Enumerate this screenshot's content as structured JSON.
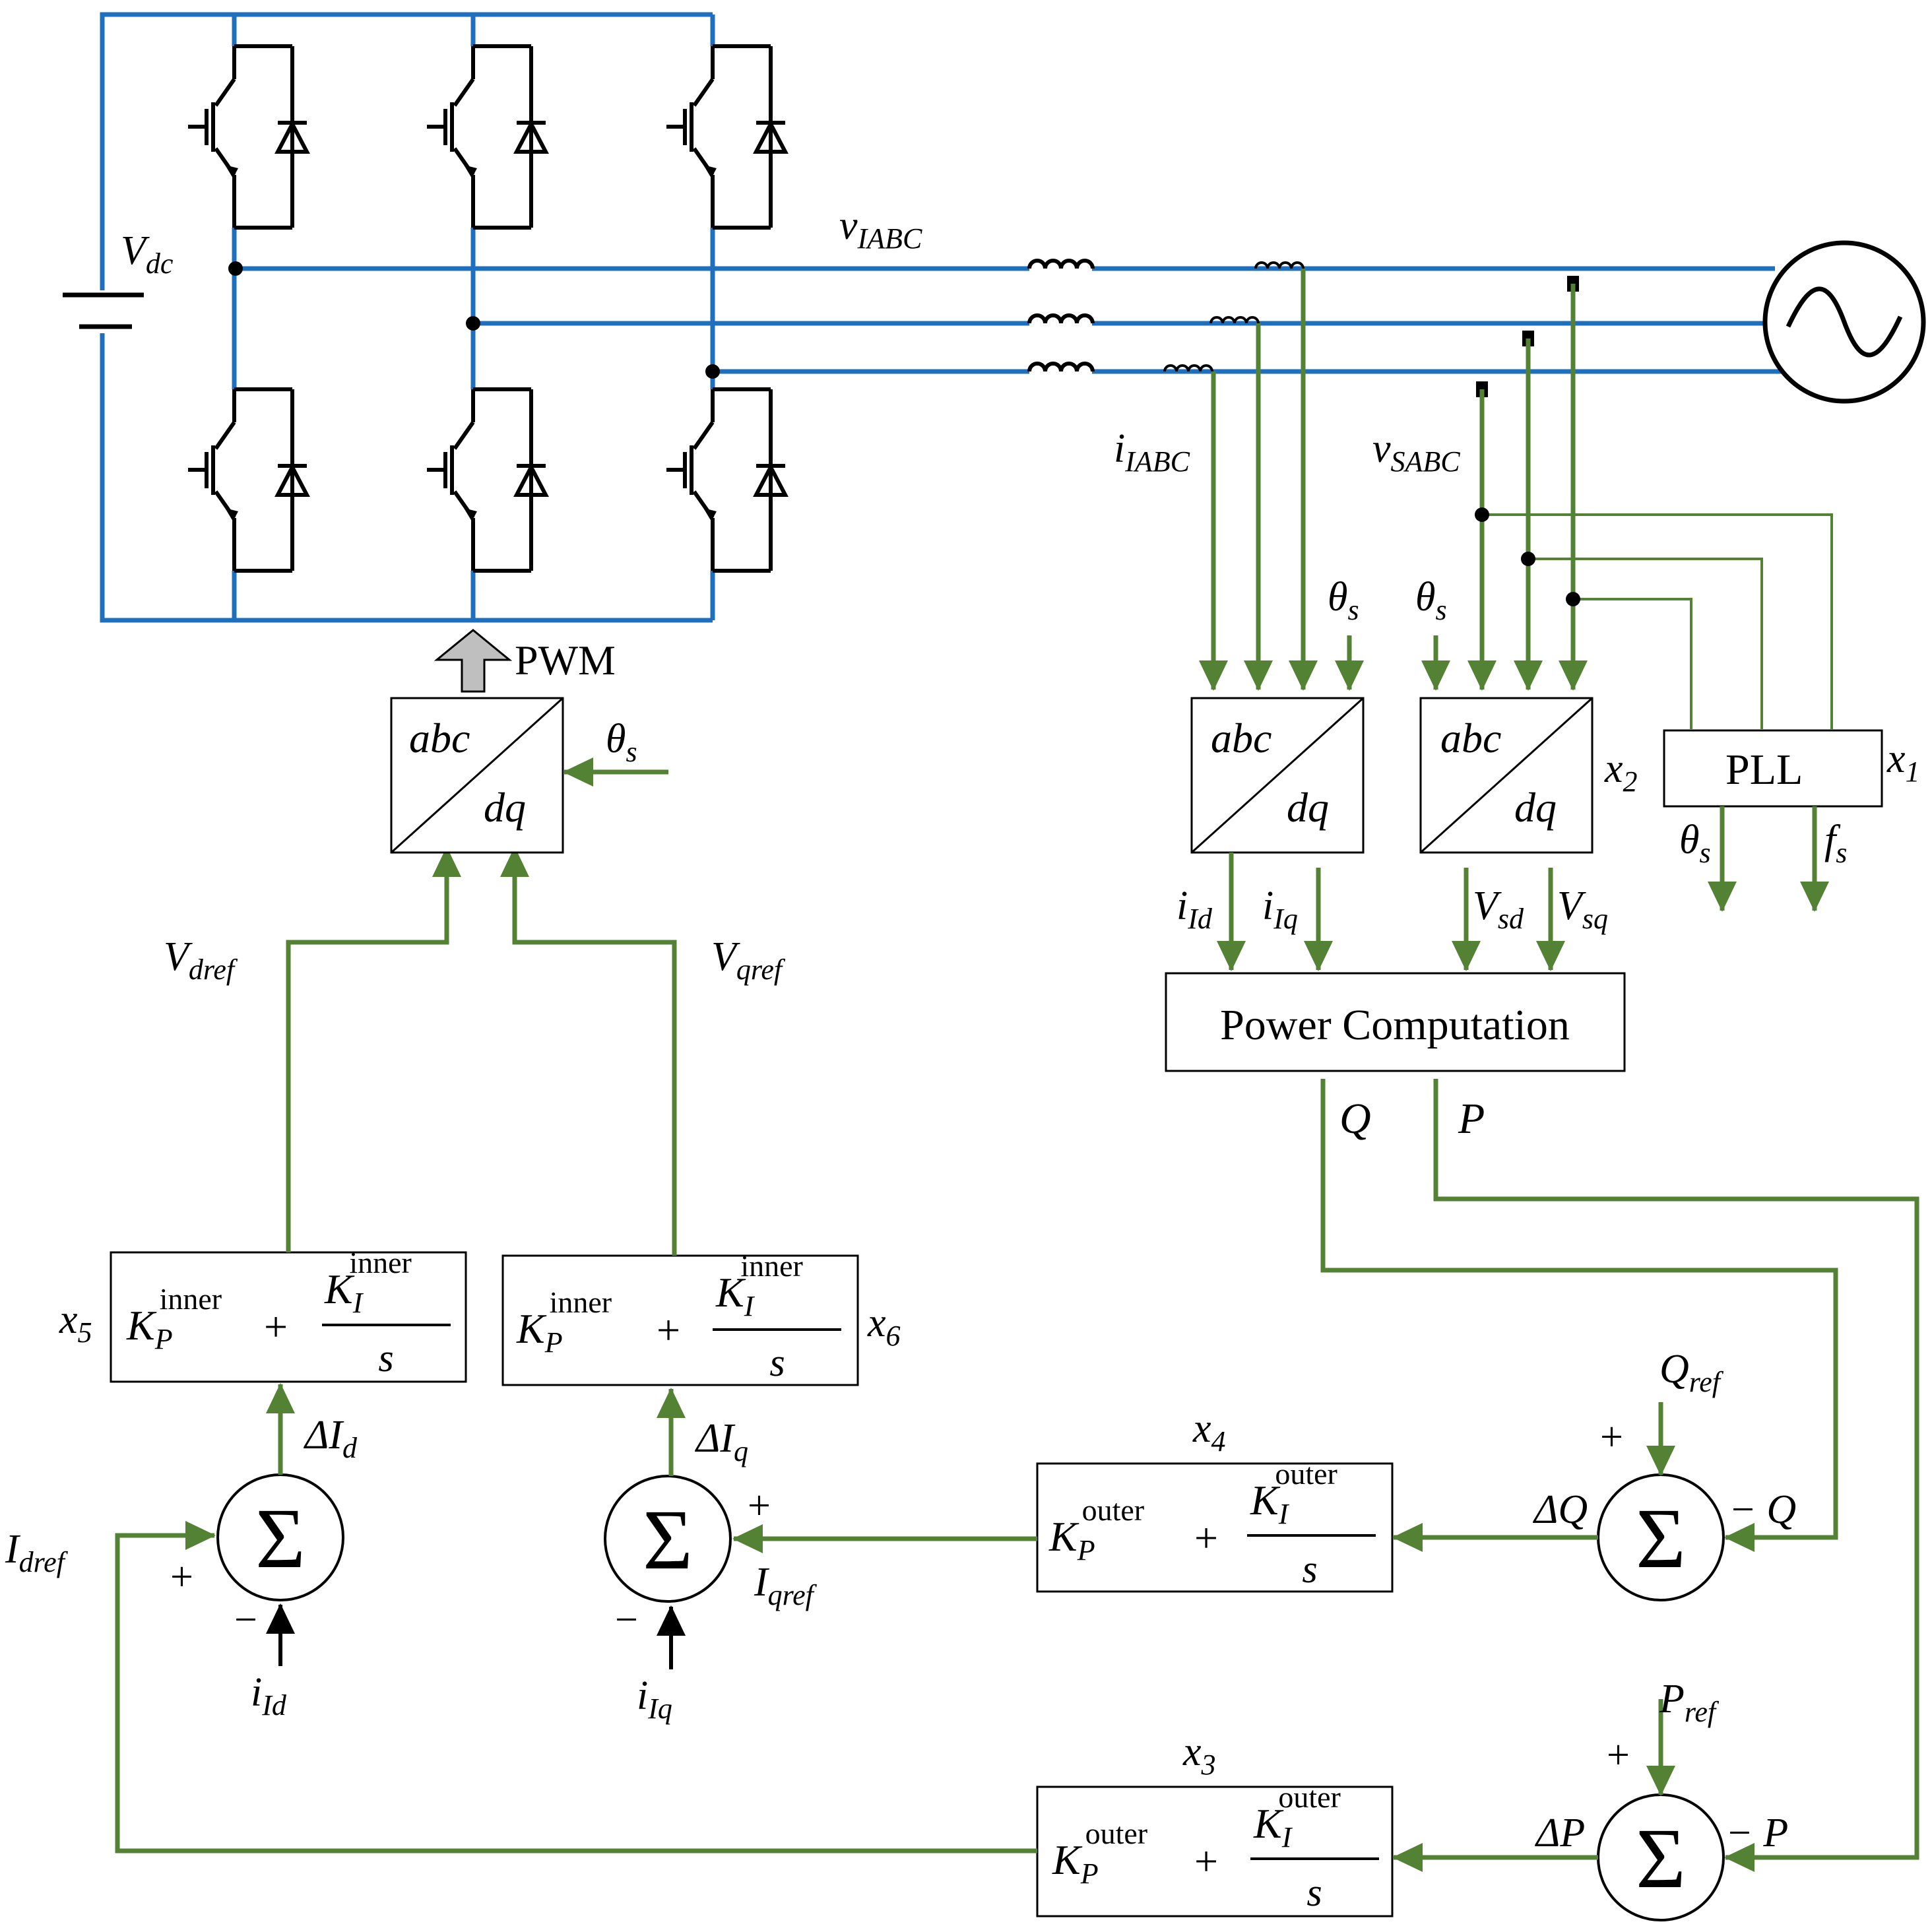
{
  "colors": {
    "power_line": "#1f6fbf",
    "signal_line": "#548235",
    "component": "#000000",
    "pwm_arrow": "#bfbfbf"
  },
  "labels": {
    "vdc": {
      "main": "V",
      "sub": "dc"
    },
    "v_iabc": {
      "main": "v",
      "sub": "IABC"
    },
    "i_iabc": {
      "main": "i",
      "sub": "IABC"
    },
    "v_sabc": {
      "main": "v",
      "sub": "SABC"
    },
    "pwm": "PWM",
    "theta": {
      "main": "θ",
      "sub": "s"
    },
    "f_s": {
      "main": "f",
      "sub": "s"
    },
    "pll": "PLL",
    "x1": {
      "main": "x",
      "sub": "1"
    },
    "x2": {
      "main": "x",
      "sub": "2"
    },
    "x3": {
      "main": "x",
      "sub": "3"
    },
    "x4": {
      "main": "x",
      "sub": "4"
    },
    "x5": {
      "main": "x",
      "sub": "5"
    },
    "x6": {
      "main": "x",
      "sub": "6"
    },
    "abc": "abc",
    "dq": "dq",
    "i_id": {
      "main": "i",
      "sub": "Id"
    },
    "i_iq": {
      "main": "i",
      "sub": "Iq"
    },
    "v_sd": {
      "main": "V",
      "sub": "sd"
    },
    "v_sq": {
      "main": "V",
      "sub": "sq"
    },
    "power_computation": "Power Computation",
    "q": "Q",
    "p": "P",
    "v_dref": {
      "main": "V",
      "sub": "dref"
    },
    "v_qref": {
      "main": "V",
      "sub": "qref"
    },
    "q_ref": {
      "main": "Q",
      "sub": "ref"
    },
    "p_ref": {
      "main": "P",
      "sub": "ref"
    },
    "delta_q": "ΔQ",
    "delta_p": "ΔP",
    "minus_q": "− Q",
    "minus_p": "− P",
    "delta_id": {
      "main": "ΔI",
      "sub": "d"
    },
    "delta_iq": {
      "main": "ΔI",
      "sub": "q"
    },
    "i_dref": {
      "main": "I",
      "sub": "dref"
    },
    "i_qref": {
      "main": "I",
      "sub": "qref"
    },
    "plus": "+",
    "minus": "−",
    "sigma": "Σ",
    "controller_inner": {
      "kp": "K",
      "kp_sub": "P",
      "kp_sup": "inner",
      "ki": "K",
      "ki_sub": "I",
      "ki_sup": "inner",
      "plus": "+",
      "s": "s"
    },
    "controller_outer": {
      "kp": "K",
      "kp_sub": "P",
      "kp_sup": "outer",
      "ki": "K",
      "ki_sub": "I",
      "ki_sup": "outer",
      "plus": "+",
      "s": "s"
    }
  }
}
